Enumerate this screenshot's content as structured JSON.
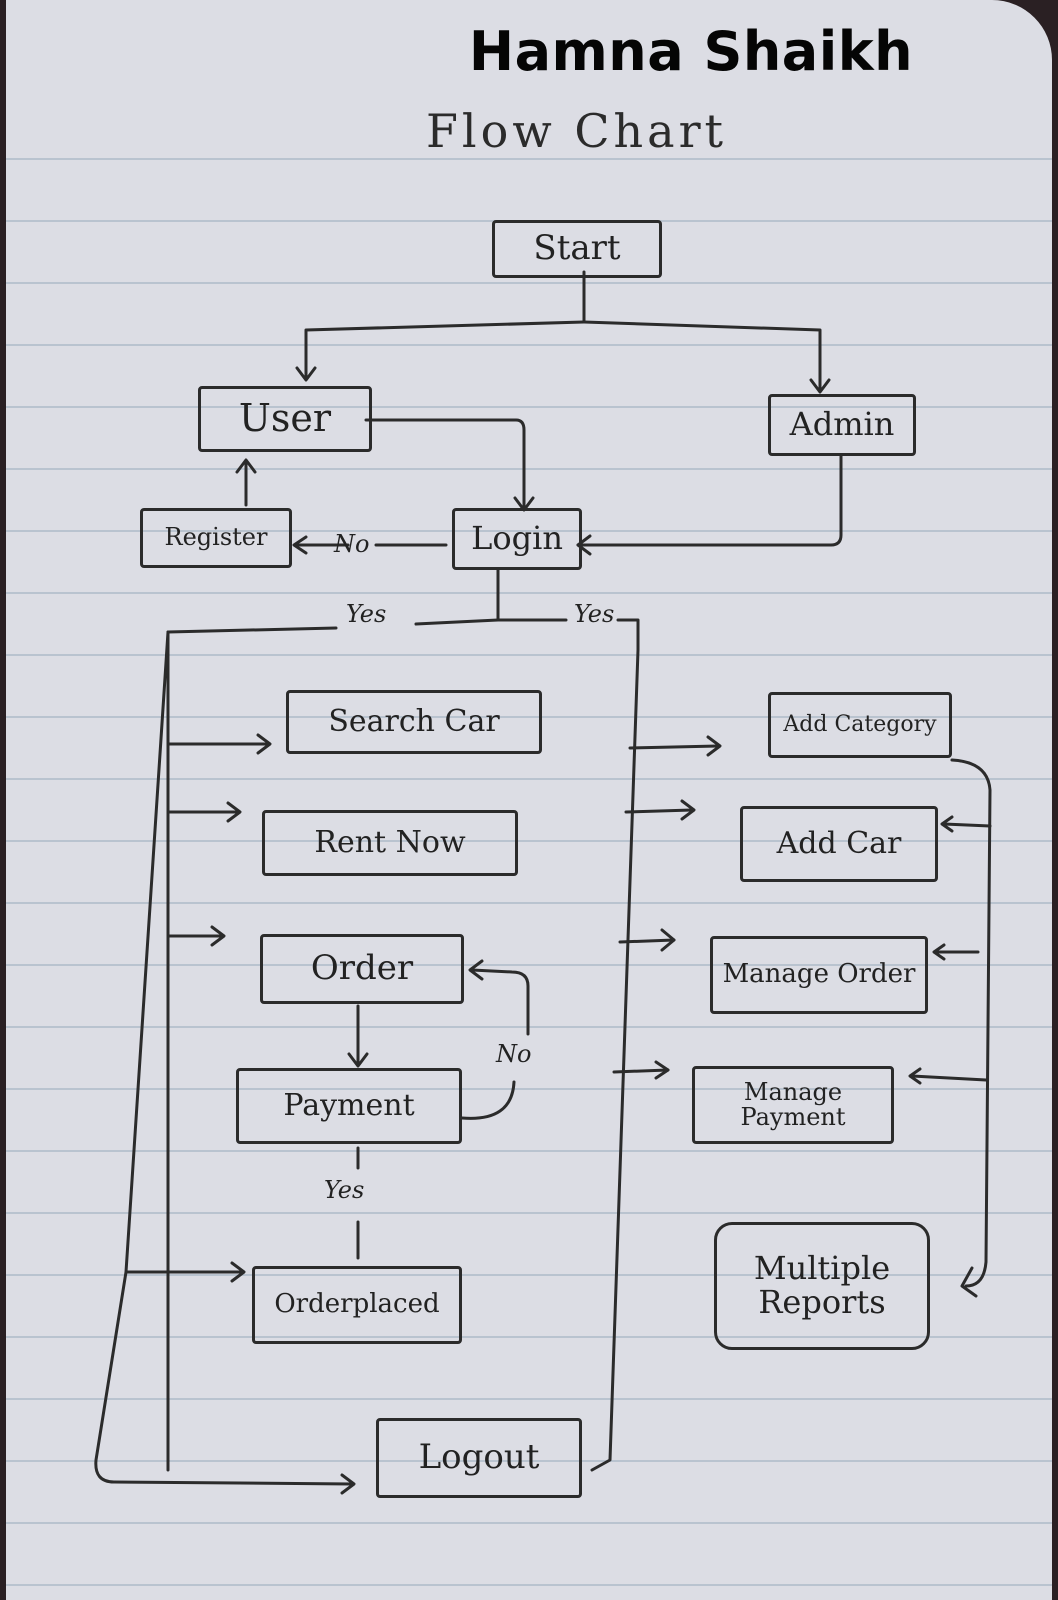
{
  "author": "Hamna Shaikh",
  "title": "Flow Chart",
  "nodes": {
    "start": "Start",
    "user": "User",
    "admin": "Admin",
    "register": "Register",
    "login": "Login",
    "search_car": "Search Car",
    "rent_now": "Rent Now",
    "order": "Order",
    "payment": "Payment",
    "order_placed": "Orderplaced",
    "logout": "Logout",
    "add_category": "Add Category",
    "add_car": "Add Car",
    "manage_order": "Manage Order",
    "manage_payment": "Manage Payment",
    "multiple_reports": "Multiple Reports"
  },
  "edge_labels": {
    "login_no": "No",
    "login_yes_user": "Yes",
    "login_yes_admin": "Yes",
    "payment_no": "No",
    "payment_yes": "Yes"
  },
  "colors": {
    "paper": "#dcdde4",
    "ink": "#2b2b2b",
    "rule_lines": "#b9c3cf",
    "background": "#2a2023"
  }
}
